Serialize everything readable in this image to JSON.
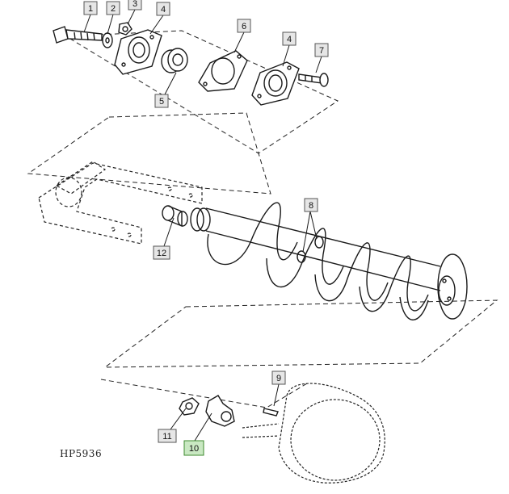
{
  "figure_id": "HP5936",
  "callouts": [
    {
      "key": "c1",
      "label": "1"
    },
    {
      "key": "c2",
      "label": "2"
    },
    {
      "key": "c3",
      "label": "3"
    },
    {
      "key": "c4a",
      "label": "4"
    },
    {
      "key": "c5",
      "label": "5"
    },
    {
      "key": "c6",
      "label": "6"
    },
    {
      "key": "c4b",
      "label": "4"
    },
    {
      "key": "c7",
      "label": "7"
    },
    {
      "key": "c8",
      "label": "8"
    },
    {
      "key": "c12",
      "label": "12"
    },
    {
      "key": "c9",
      "label": "9"
    },
    {
      "key": "c11",
      "label": "11"
    },
    {
      "key": "c10",
      "label": "10"
    }
  ],
  "colors": {
    "callout_fill": "#e6e6e6",
    "callout_highlight_fill": "#c9e8c2",
    "callout_highlight_stroke": "#3c8a2e",
    "line": "#1a1a1a"
  }
}
